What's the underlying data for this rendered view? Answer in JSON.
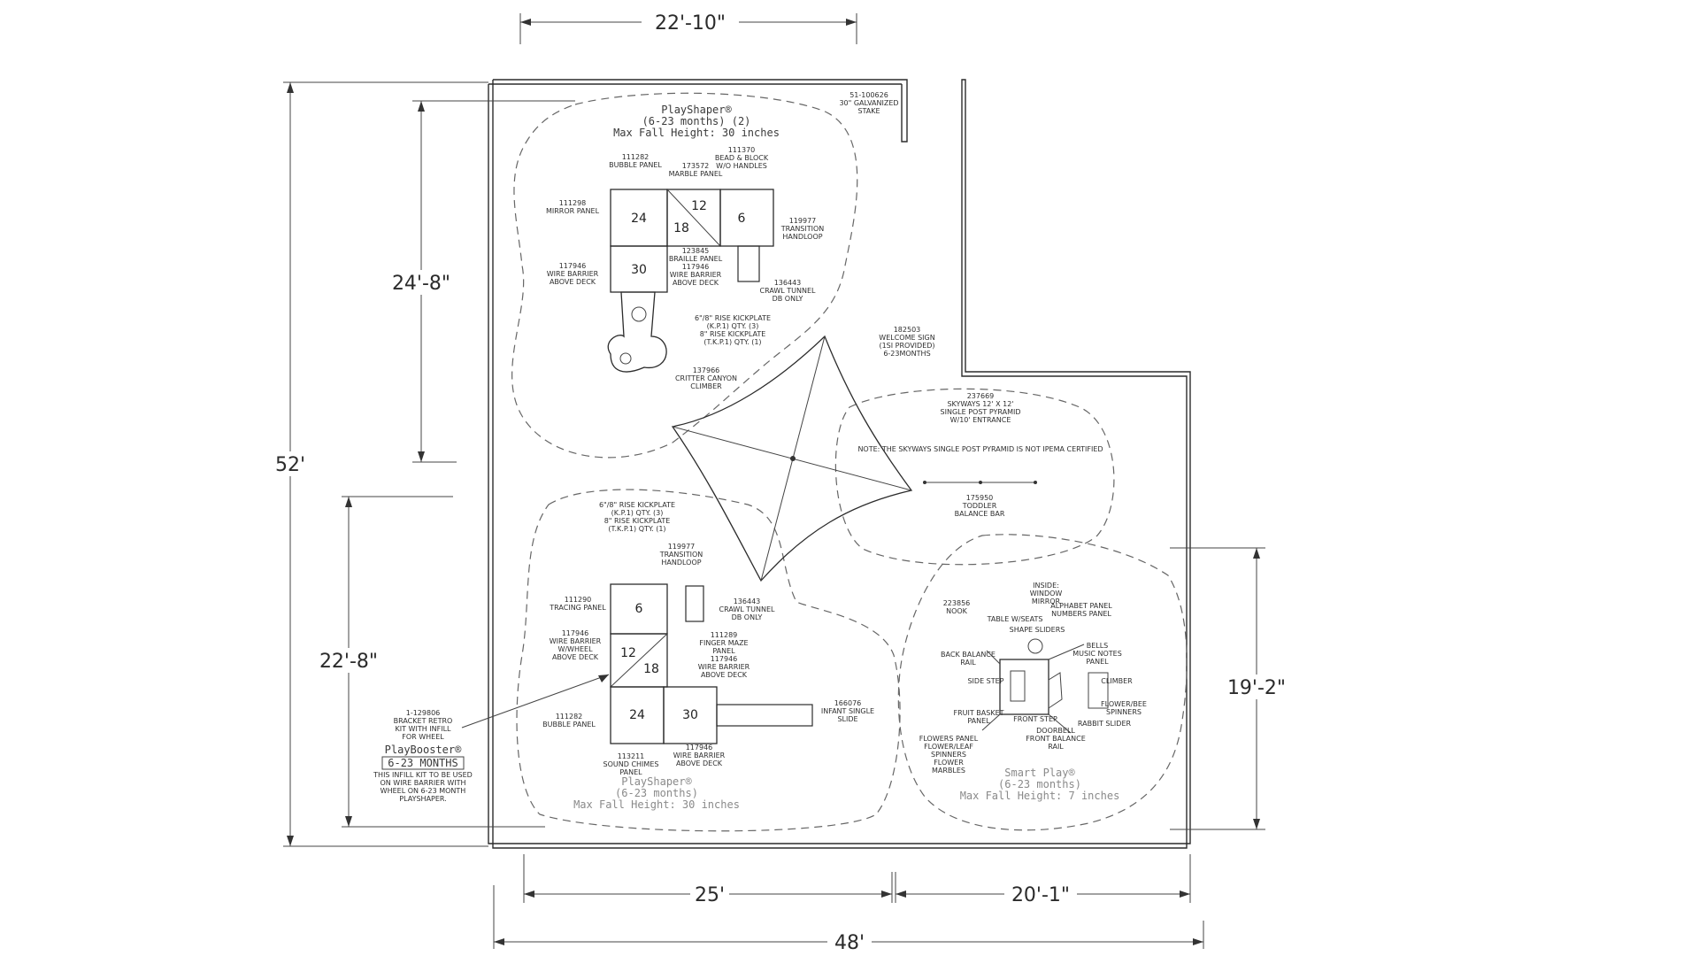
{
  "dimensions": {
    "top": "22'-10\"",
    "left_total": "52'",
    "left_upper": "24'-8\"",
    "left_lower": "22'-8\"",
    "right": "19'-2\"",
    "bottom_left": "25'",
    "bottom_right": "20'-1\"",
    "bottom_total": "48'"
  },
  "zone_top": {
    "title1": "PlayShaper®",
    "title2": "(6-23 months) (2)",
    "title3": "Max Fall Height: 30 inches",
    "stake": [
      "51-100626",
      "30\" GALVANIZED",
      "STAKE"
    ],
    "bubble": [
      "111282",
      "BUBBLE PANEL"
    ],
    "marble": [
      "173572",
      "MARBLE PANEL"
    ],
    "bead": [
      "111370",
      "BEAD & BLOCK",
      "W/O HANDLES"
    ],
    "mirror": [
      "111298",
      "MIRROR PANEL"
    ],
    "transition": [
      "119977",
      "TRANSITION",
      "HANDLOOP"
    ],
    "braille": [
      "123845",
      "BRAILLE PANEL",
      "117946",
      "WIRE BARRIER",
      "ABOVE DECK"
    ],
    "wire": [
      "117946",
      "WIRE BARRIER",
      "ABOVE DECK"
    ],
    "crawl": [
      "136443",
      "CRAWL TUNNEL",
      "DB ONLY"
    ],
    "kick": [
      "6\"/8\" RISE KICKPLATE",
      "(K.P.1) QTY. (3)",
      "8\" RISE KICKPLATE",
      "(T.K.P.1) QTY. (1)"
    ],
    "critter": [
      "137966",
      "CRITTER CANYON",
      "CLIMBER"
    ],
    "welcome": [
      "182503",
      "WELCOME SIGN",
      "(1SI PROVIDED)",
      "6-23MONTHS"
    ],
    "decks": [
      "24",
      "12",
      "18",
      "6",
      "30"
    ]
  },
  "zone_mid": {
    "skyways": [
      "237669",
      "SKYWAYS 12' X 12'",
      "SINGLE POST PYRAMID",
      "W/10' ENTRANCE"
    ],
    "note": "NOTE: THE SKYWAYS SINGLE POST PYRAMID IS NOT IPEMA CERTIFIED",
    "balance": [
      "175950",
      "TODDLER",
      "BALANCE BAR"
    ]
  },
  "zone_bottom": {
    "title1": "PlayShaper®",
    "title2": "(6-23 months)",
    "title3": "Max Fall Height: 30 inches",
    "kick": [
      "6\"/8\" RISE KICKPLATE",
      "(K.P.1) QTY. (3)",
      "8\" RISE KICKPLATE",
      "(T.K.P.1) QTY. (1)"
    ],
    "transition": [
      "119977",
      "TRANSITION",
      "HANDLOOP"
    ],
    "tracing": [
      "111290",
      "TRACING PANEL"
    ],
    "crawl": [
      "136443",
      "CRAWL TUNNEL",
      "DB ONLY"
    ],
    "wirewheel": [
      "117946",
      "WIRE BARRIER",
      "W/WHEEL",
      "ABOVE DECK"
    ],
    "finger": [
      "111289",
      "FINGER MAZE",
      "PANEL",
      "117946",
      "WIRE BARRIER",
      "ABOVE DECK"
    ],
    "bubble": [
      "111282",
      "BUBBLE PANEL"
    ],
    "slide": [
      "166076",
      "INFANT SINGLE",
      "SLIDE"
    ],
    "chimes": [
      "113211",
      "SOUND CHIMES",
      "PANEL"
    ],
    "wire": [
      "117946",
      "WIRE BARRIER",
      "ABOVE DECK"
    ],
    "decks": [
      "6",
      "12",
      "18",
      "24",
      "30"
    ]
  },
  "bracket": {
    "lines": [
      "1-129806",
      "BRACKET RETRO",
      "KIT WITH INFILL",
      "FOR WHEEL"
    ],
    "booster": "PlayBooster®",
    "months": "6-23 MONTHS",
    "note": [
      "THIS INFILL KIT TO BE USED",
      "ON WIRE BARRIER WITH",
      "WHEEL ON 6-23 MONTH",
      "PLAYSHAPER."
    ]
  },
  "zone_smart": {
    "title1": "Smart Play®",
    "title2": "(6-23 months)",
    "title3": "Max Fall Height: 7 inches",
    "inside": [
      "INSIDE:",
      "WINDOW",
      "MIRROR"
    ],
    "nook": [
      "223856",
      "NOOK"
    ],
    "alphabet": [
      "ALPHABET PANEL",
      "NUMBERS PANEL"
    ],
    "table": "TABLE W/SEATS",
    "shape": "SHAPE SLIDERS",
    "bells": [
      "BELLS",
      "MUSIC NOTES",
      "PANEL"
    ],
    "backbal": [
      "BACK BALANCE",
      "RAIL"
    ],
    "sidestep": "SIDE STEP",
    "climber": "CLIMBER",
    "flowerbee": [
      "FLOWER/BEE",
      "SPINNERS"
    ],
    "fruit": [
      "FRUIT BASKET",
      "PANEL"
    ],
    "frontstep": "FRONT STEP",
    "rabbit": "RABBIT SLIDER",
    "doorbell": [
      "DOORBELL",
      "FRONT BALANCE",
      "RAIL"
    ],
    "flowers": [
      "FLOWERS PANEL",
      "FLOWER/LEAF",
      "SPINNERS",
      "FLOWER",
      "MARBLES"
    ]
  }
}
